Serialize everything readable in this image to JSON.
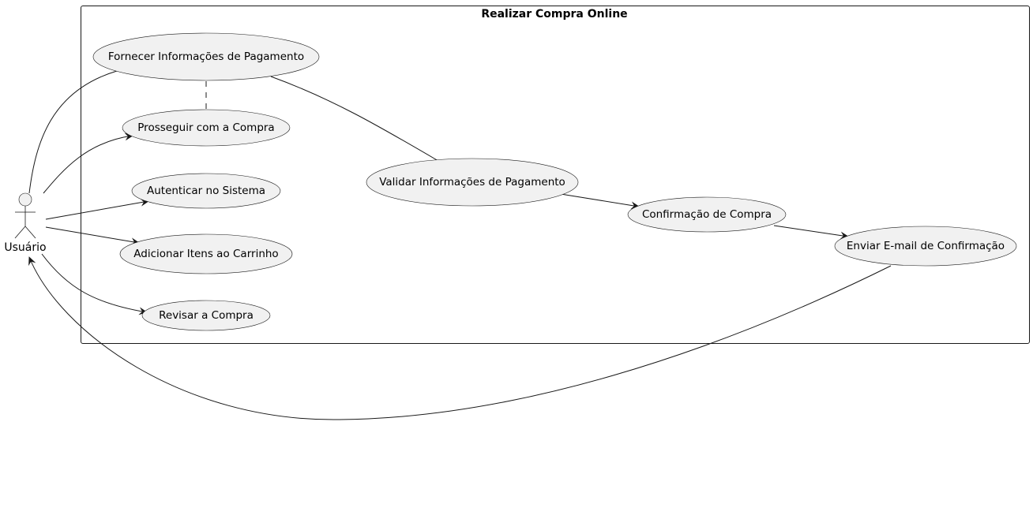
{
  "diagram": {
    "boundary_title": "Realizar Compra Online",
    "actor": {
      "label": "Usuário"
    },
    "use_cases": {
      "fornecer": "Fornecer Informações de Pagamento",
      "prosseguir": "Prosseguir com a Compra",
      "autenticar": "Autenticar no Sistema",
      "adicionar": "Adicionar Itens ao Carrinho",
      "revisar": "Revisar a Compra",
      "validar": "Validar Informações de Pagamento",
      "confirmacao": "Confirmação de Compra",
      "enviar": "Enviar E-mail de Confirmação"
    },
    "relationships": [
      {
        "from": "Usuário",
        "to": "Fornecer Informações de Pagamento",
        "type": "association"
      },
      {
        "from": "Usuário",
        "to": "Prosseguir com a Compra",
        "type": "arrow"
      },
      {
        "from": "Usuário",
        "to": "Autenticar no Sistema",
        "type": "arrow"
      },
      {
        "from": "Usuário",
        "to": "Adicionar Itens ao Carrinho",
        "type": "arrow"
      },
      {
        "from": "Usuário",
        "to": "Revisar a Compra",
        "type": "arrow"
      },
      {
        "from": "Fornecer Informações de Pagamento",
        "to": "Prosseguir com a Compra",
        "type": "dashed"
      },
      {
        "from": "Fornecer Informações de Pagamento",
        "to": "Validar Informações de Pagamento",
        "type": "association"
      },
      {
        "from": "Validar Informações de Pagamento",
        "to": "Confirmação de Compra",
        "type": "arrow"
      },
      {
        "from": "Confirmação de Compra",
        "to": "Enviar E-mail de Confirmação",
        "type": "arrow"
      },
      {
        "from": "Enviar E-mail de Confirmação",
        "to": "Usuário",
        "type": "arrow"
      }
    ]
  }
}
